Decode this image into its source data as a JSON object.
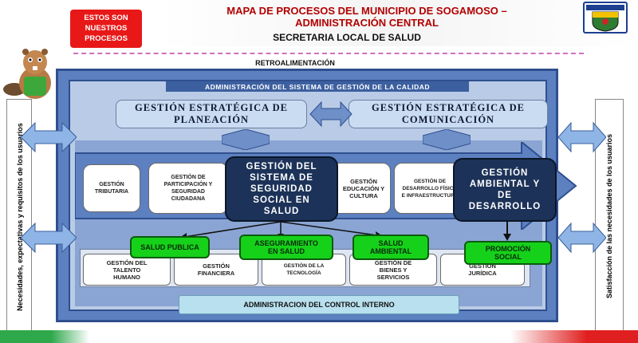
{
  "header": {
    "callout": "ESTOS SON NUESTROS PROCESOS",
    "title_line1": "MAPA DE PROCESOS DEL MUNICIPIO DE SOGAMOSO –",
    "title_line2": "ADMINISTRACIÓN CENTRAL",
    "subtitle": "SECRETARIA LOCAL DE SALUD",
    "retro": "RETROALIMENTACIÓN"
  },
  "sides": {
    "left": "Necesidades, expectativas y requisitos de los usuarios",
    "right": "Satisfacción de las necesidades de los usuarios"
  },
  "quality_band": "ADMINISTRACIÓN DEL SISTEMA DE GESTIÓN DE LA CALIDAD",
  "strategic": {
    "planeacion": "GESTIÓN ESTRATÉGICA DE PLANEACIÓN",
    "comunicacion": "GESTIÓN ESTRATÉGICA DE COMUNICACIÓN"
  },
  "mission": {
    "tributaria": "GESTIÓN TRIBUTARIA",
    "participacion": "GESTIÓN DE PARTICIPACIÓN Y SEGURIDAD CIUDADANA",
    "educacion": "GESTIÓN EDUCACIÓN Y CULTURA",
    "desarrollo_fisico": "GESTIÓN DE DESARROLLO FÍSICO E INFRAESTRUCTURA"
  },
  "highlight": {
    "seguridad_social": "GESTIÓN DEL SISTEMA DE SEGURIDAD SOCIAL EN SALUD",
    "ambiental": "GESTIÓN AMBIENTAL Y DE DESARROLLO"
  },
  "green": {
    "salud_publica": "SALUD PUBLICA",
    "aseguramiento": "ASEGURAMIENTO EN SALUD",
    "salud_ambiental": "SALUD AMBIENTAL",
    "promocion": "PROMOCIÓN SOCIAL"
  },
  "support": {
    "talento": "GESTIÓN DEL TALENTO HUMANO",
    "financiera": "GESTIÓN FINANCIERA",
    "tecnologia": "GESTIÓN DE LA TECNOLOGÍA",
    "bienes": "GESTIÓN DE BIENES Y SERVICIOS",
    "juridica": "GESTIÓN JURÍDICA"
  },
  "control": "ADMINISTRACION DEL CONTROL INTERNO",
  "colors": {
    "header_red": "#b30000",
    "frame_blue": "#4a6fb0",
    "highlight_navy": "#1c3258",
    "green": "#16d11a",
    "strategic_light": "#c9dcf2"
  }
}
